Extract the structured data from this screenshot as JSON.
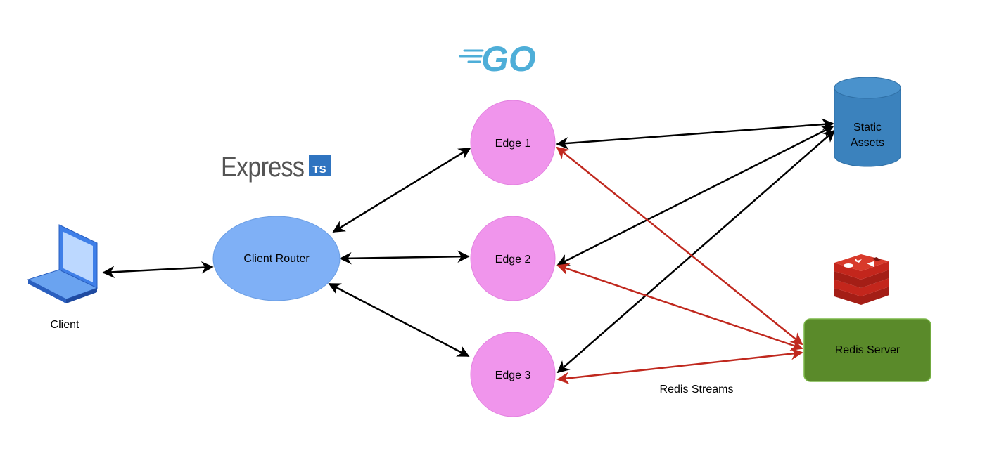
{
  "nodes": {
    "client": {
      "label": "Client"
    },
    "router": {
      "label": "Client Router"
    },
    "edge1": {
      "label": "Edge 1"
    },
    "edge2": {
      "label": "Edge 2"
    },
    "edge3": {
      "label": "Edge 3"
    },
    "static_assets": {
      "line1": "Static",
      "line2": "Assets"
    },
    "redis": {
      "label": "Redis Server"
    }
  },
  "annotations": {
    "redis_streams": "Redis Streams"
  },
  "logos": {
    "go": "GO",
    "express": "Express",
    "ts_badge": "TS"
  },
  "colors": {
    "edge_node": "#f095ec",
    "router_node": "#7fb0f6",
    "static_assets": "#3b82bd",
    "redis_server": "#5a8a2a",
    "black_arrow": "#000000",
    "red_arrow": "#c0281e",
    "go_logo": "#4eaed8",
    "ts_badge": "#2f74c0",
    "redis_logo": "#c3261c"
  }
}
